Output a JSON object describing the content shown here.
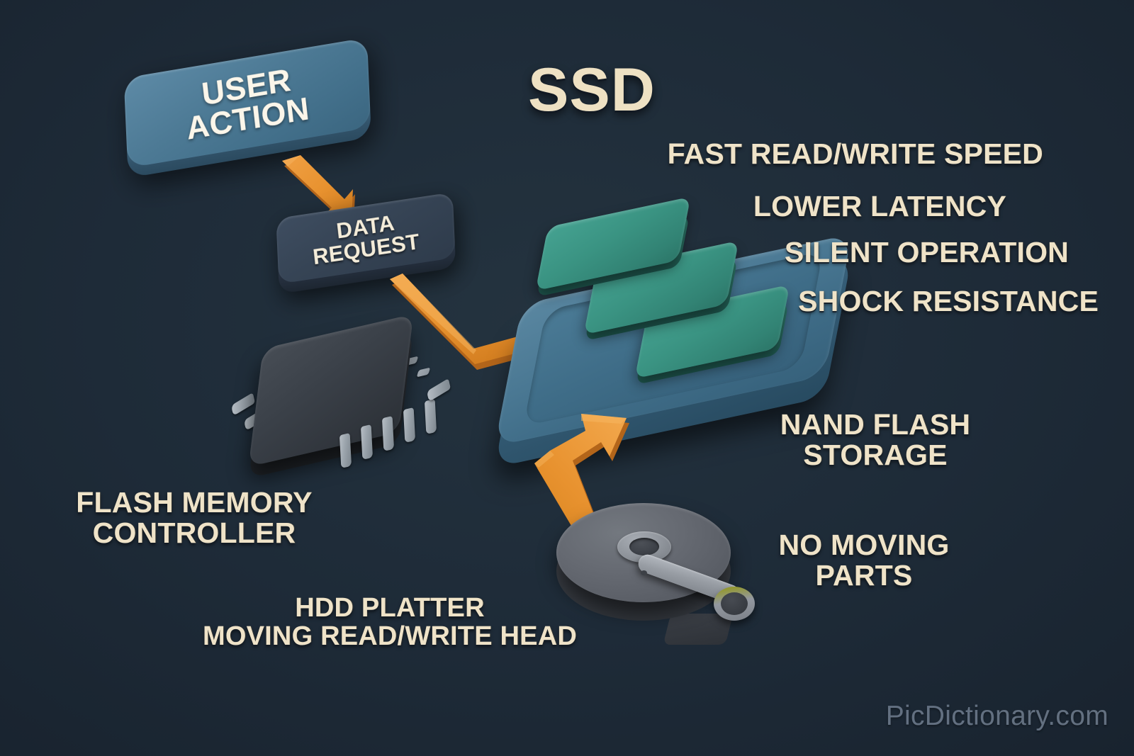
{
  "background_color": "#1e2b38",
  "title": {
    "text": "SSD"
  },
  "colors": {
    "accent_arrow": "#e8922f",
    "nand_green": "#3a9382",
    "board_blue": "#4a7893",
    "label_cream": "#efe3c8",
    "chip_dark": "#3b4149",
    "platter_gray": "#666a72"
  },
  "flow_boxes": [
    {
      "id": "user-action",
      "line1": "USER",
      "line2": "ACTION"
    },
    {
      "id": "data-request",
      "line1": "DATA",
      "line2": "REQUEST"
    }
  ],
  "ssd_features": [
    {
      "label": "FAST READ/WRITE SPEED"
    },
    {
      "label": "LOWER LATENCY"
    },
    {
      "label": "SILENT OPERATION"
    },
    {
      "label": "SHOCK RESISTANCE"
    }
  ],
  "component_labels": [
    {
      "id": "nand-flash-storage",
      "line1": "NAND FLASH",
      "line2": "STORAGE"
    },
    {
      "id": "no-moving-parts",
      "line1": "NO MOVING",
      "line2": "PARTS"
    },
    {
      "id": "flash-memory-controller",
      "line1": "FLASH MEMORY",
      "line2": "CONTROLLER"
    },
    {
      "id": "hdd-platter",
      "line1": "HDD PLATTER",
      "line2": "MOVING READ/WRITE HEAD"
    }
  ],
  "watermark": {
    "text": "PicDictionary.com"
  },
  "icons": {
    "arrow_1": "arrow-down-right-icon",
    "arrow_2": "arrow-right-bend-icon",
    "arrow_3": "arrow-up-right-bend-icon",
    "chip": "integrated-circuit-icon",
    "platter": "hdd-platter-icon",
    "nand": "nand-chip-icon"
  }
}
